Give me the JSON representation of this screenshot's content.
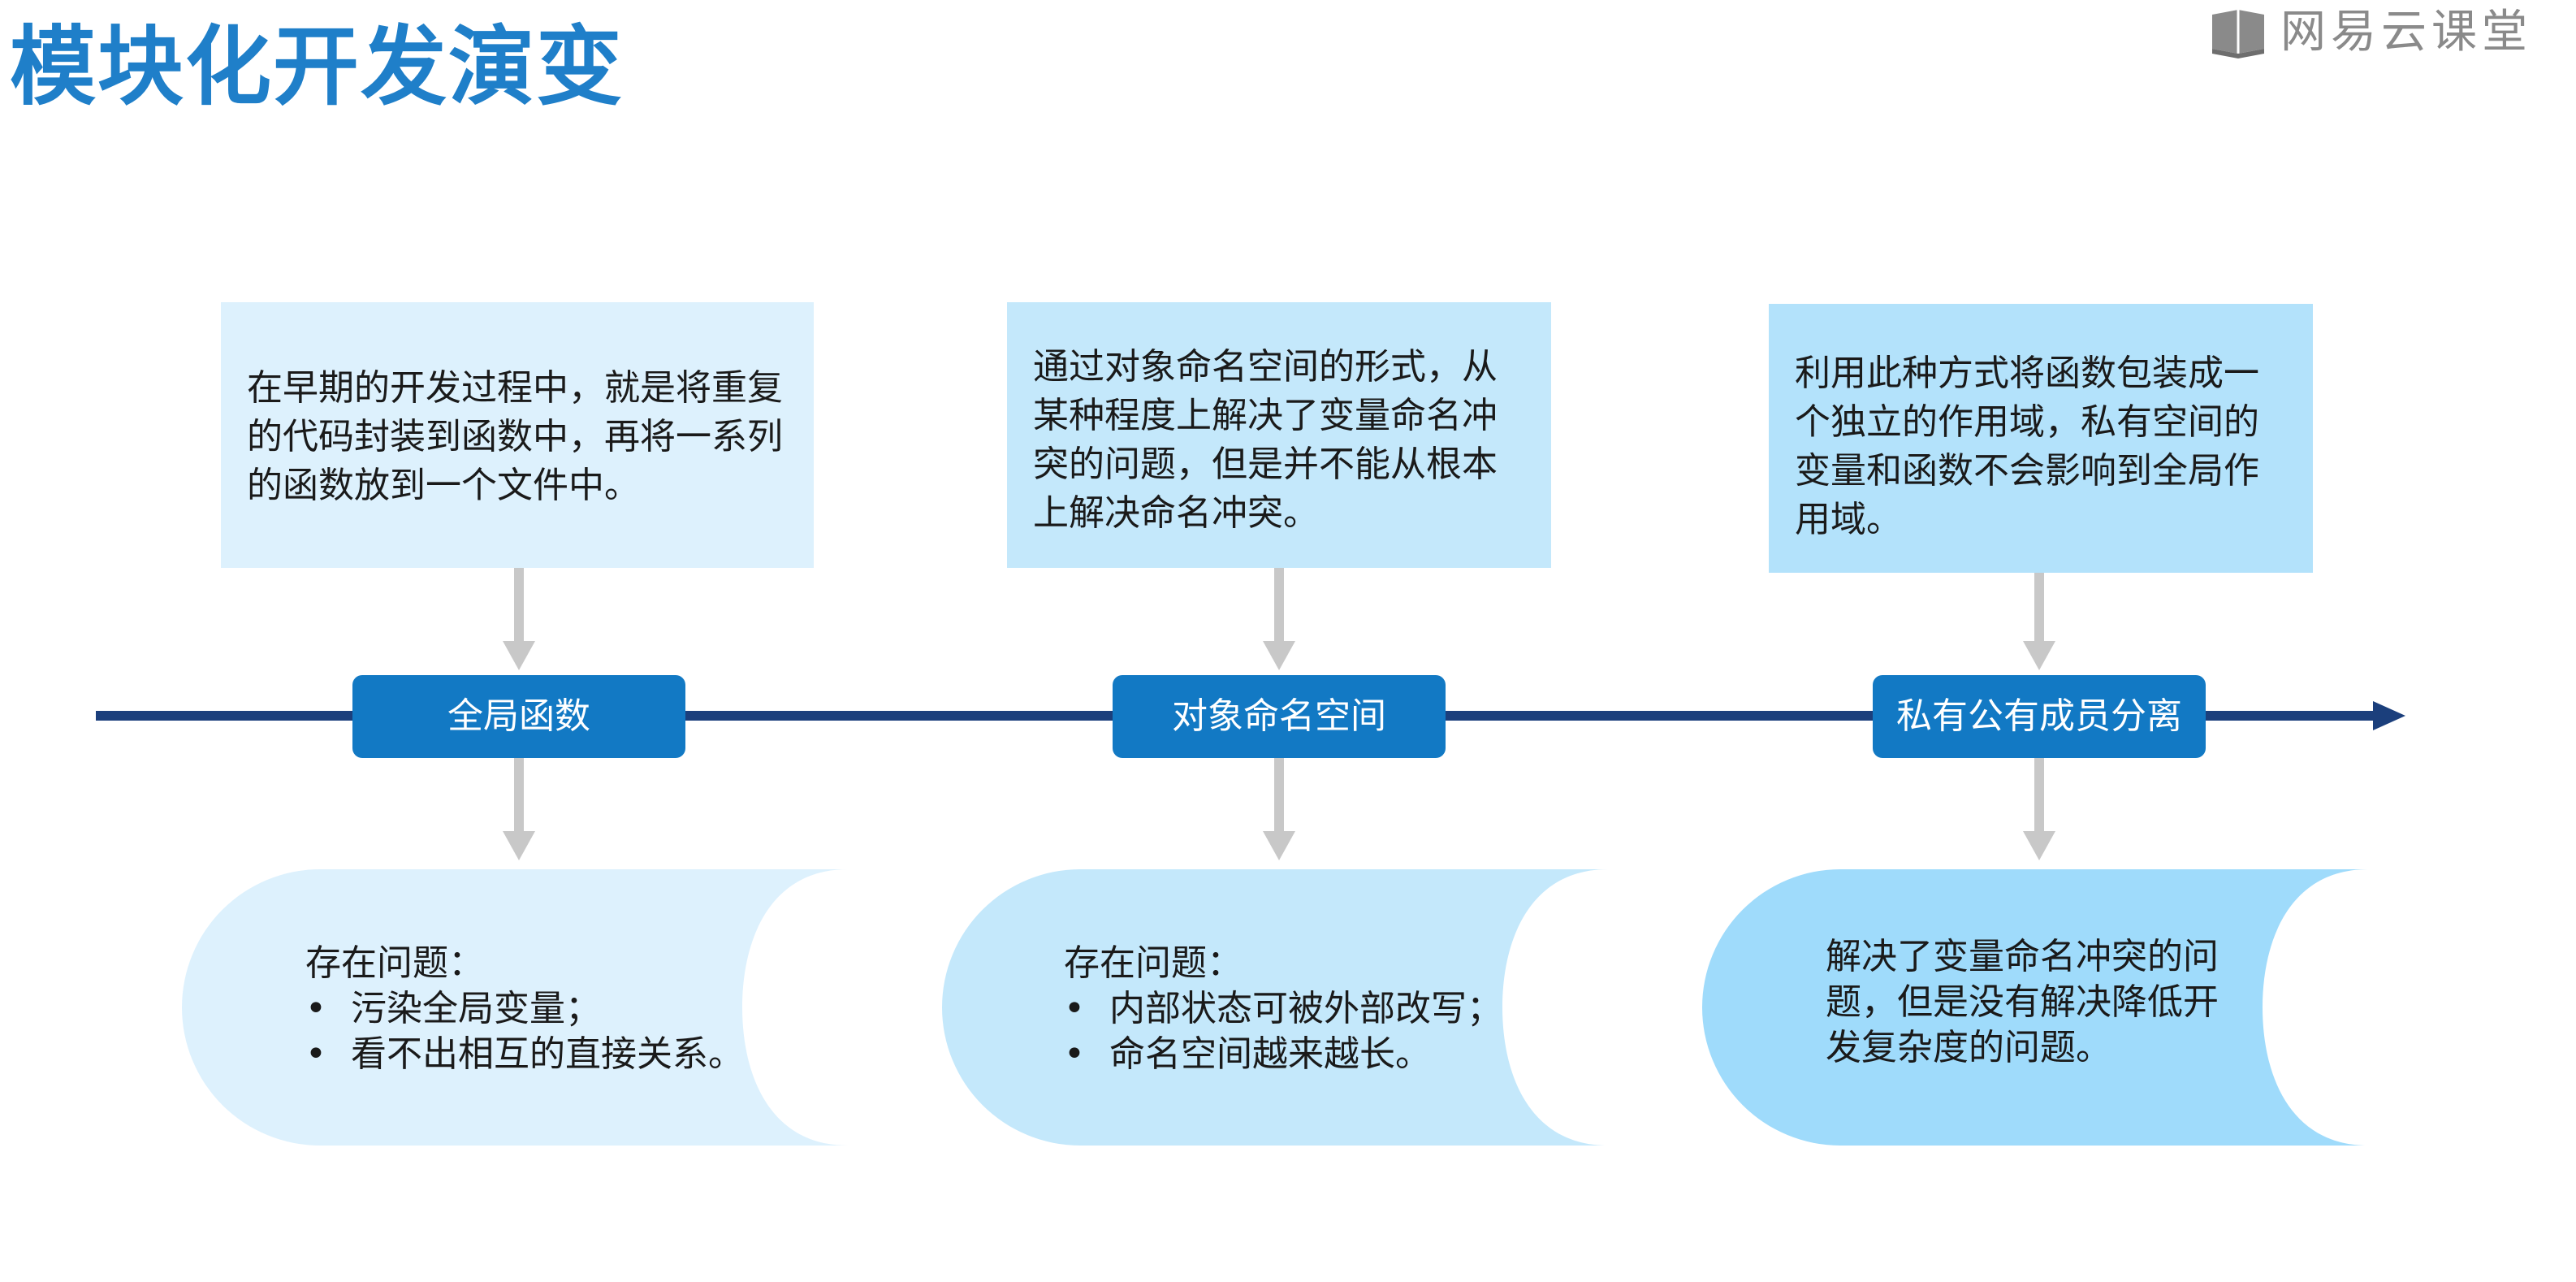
{
  "header": {
    "title": "模块化开发演变",
    "logo_text": "网易云课堂",
    "logo_icon": "book-icon"
  },
  "colors": {
    "title": "#1f7fc9",
    "timeline": "#1b3f7c",
    "node": "#1279c4",
    "connector": "#c8c8c8",
    "stage1_fill": "#ddf1fd",
    "stage2_fill": "#c4e8fb",
    "stage3_fill": "#b3e2fb"
  },
  "stages": [
    {
      "node_label": "全局函数",
      "description": "在早期的开发过程中，就是将重复的代码封装到函数中，再将一系列的函数放到一个文件中。",
      "result_heading": "存在问题：",
      "result_items": [
        "污染全局变量；",
        "看不出相互的直接关系。"
      ]
    },
    {
      "node_label": "对象命名空间",
      "description": "通过对象命名空间的形式，从某种程度上解决了变量命名冲突的问题，但是并不能从根本上解决命名冲突。",
      "result_heading": "存在问题：",
      "result_items": [
        "内部状态可被外部改写；",
        "命名空间越来越长。"
      ]
    },
    {
      "node_label": "私有公有成员分离",
      "description": "利用此种方式将函数包装成一个独立的作用域，私有空间的变量和函数不会影响到全局作用域。",
      "result_text": "解决了变量命名冲突的问题，但是没有解决降低开发复杂度的问题。"
    }
  ]
}
